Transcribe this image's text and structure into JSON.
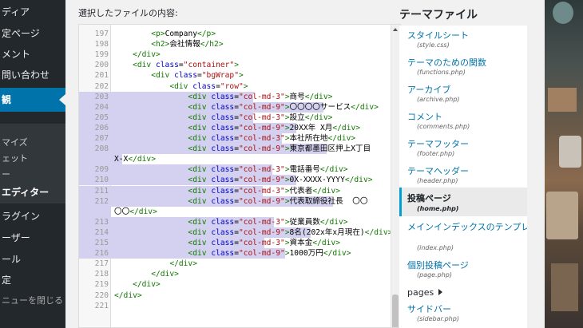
{
  "sidebar": {
    "items": [
      {
        "label": "ディア"
      },
      {
        "label": "定ページ"
      },
      {
        "label": "メント"
      },
      {
        "label": "問い合わせ"
      },
      {
        "label": "観"
      },
      {
        "label": "マイズ"
      },
      {
        "label": "ェット"
      },
      {
        "label": "ー"
      },
      {
        "label": "エディター"
      },
      {
        "label": "ラグイン"
      },
      {
        "label": "ーザー"
      },
      {
        "label": "ール"
      },
      {
        "label": "定"
      },
      {
        "label": "ニューを閉じる"
      }
    ]
  },
  "editor": {
    "label": "選択したファイルの内容:",
    "lines": [
      {
        "n": "197",
        "t": "        <p>Company</p>"
      },
      {
        "n": "198",
        "t": "        <h2>会社情報</h2>"
      },
      {
        "n": "199",
        "t": "    </div>"
      },
      {
        "n": "200",
        "t": "    <div class=\"container\">"
      },
      {
        "n": "201",
        "t": "        <div class=\"bgWrap\">"
      },
      {
        "n": "202",
        "t": "            <div class=\"row\">"
      },
      {
        "n": "203",
        "t": "                <div class=\"col-md-3\">商号</div>"
      },
      {
        "n": "204",
        "t": "                <div class=\"col-md-9\">〇〇〇〇サービス</div>"
      },
      {
        "n": "205",
        "t": "                <div class=\"col-md-3\">設立</div>"
      },
      {
        "n": "206",
        "t": "                <div class=\"col-md-9\">20XX年 X月</div>"
      },
      {
        "n": "207",
        "t": "                <div class=\"col-md-3\">本社所在地</div>"
      },
      {
        "n": "208",
        "t": "                <div class=\"col-md-9\">東京都墨田区押上X丁目"
      },
      {
        "n": "",
        "t": "X-X</div>"
      },
      {
        "n": "209",
        "t": "                <div class=\"col-md-3\">電話番号</div>"
      },
      {
        "n": "210",
        "t": "                <div class=\"col-md-9\">0X-XXXX-YYYY</div>"
      },
      {
        "n": "211",
        "t": "                <div class=\"col-md-3\">代表者</div>"
      },
      {
        "n": "212",
        "t": "                <div class=\"col-md-9\">代表取締役社長  〇〇"
      },
      {
        "n": "",
        "t": "〇〇</div>"
      },
      {
        "n": "213",
        "t": "                <div class=\"col-md-3\">従業員数</div>"
      },
      {
        "n": "214",
        "t": "                <div class=\"col-md-9\">8名(202x年x月現在)</div>"
      },
      {
        "n": "215",
        "t": "                <div class=\"col-md-3\">資本金</div>"
      },
      {
        "n": "216",
        "t": "                <div class=\"col-md-9\">1000万円</div>"
      },
      {
        "n": "217",
        "t": "            </div>"
      },
      {
        "n": "218",
        "t": "        </div>"
      },
      {
        "n": "219",
        "t": "    </div>"
      },
      {
        "n": "220",
        "t": "</div>"
      },
      {
        "n": "221",
        "t": ""
      }
    ]
  },
  "theme_files": {
    "title": "テーマファイル",
    "items": [
      {
        "name": "スタイルシート",
        "path": "(style.css)"
      },
      {
        "name": "テーマのための関数",
        "path": "(functions.php)"
      },
      {
        "name": "アーカイブ",
        "path": "(archive.php)"
      },
      {
        "name": "コメント",
        "path": "(comments.php)"
      },
      {
        "name": "テーマフッター",
        "path": "(footer.php)"
      },
      {
        "name": "テーマヘッダー",
        "path": "(header.php)"
      },
      {
        "name": "投稿ページ",
        "path": "(home.php)"
      },
      {
        "name": "メインインデックスのテンプレート",
        "path": "(index.php)"
      },
      {
        "name": "個別投稿ページ",
        "path": "(page.php)"
      },
      {
        "name": "pages",
        "path": ""
      },
      {
        "name": "サイドバー",
        "path": "(sidebar.php)"
      }
    ]
  },
  "colors": {
    "sidebar_bg": "#23282d",
    "accent": "#0073aa",
    "selection": "#d3d1ef",
    "tag": "#117700",
    "attr": "#0000cc",
    "string": "#aa1111"
  }
}
